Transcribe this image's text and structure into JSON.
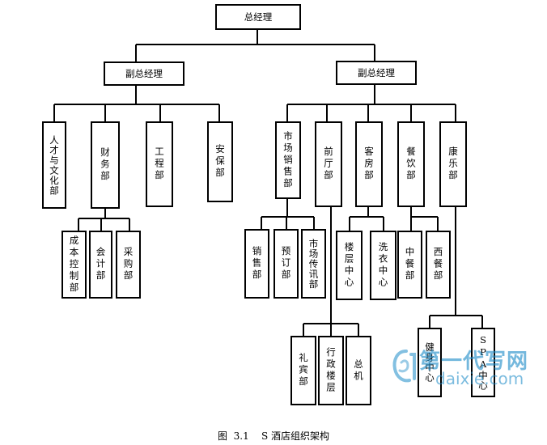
{
  "diagram": {
    "gm": "总经理",
    "vp_left": "副总经理",
    "vp_right": "副总经理",
    "dept_hr": "人才与文化部",
    "dept_finance": "财务部",
    "dept_engineering": "工程部",
    "dept_security": "安保部",
    "dept_marketing": "市场销售部",
    "dept_front_office": "前厅部",
    "dept_housekeeping": "客房部",
    "dept_fnb": "餐饮部",
    "dept_recreation": "康乐部",
    "cost_control": "成本控制部",
    "accounting": "会计部",
    "purchasing": "采购部",
    "sales": "销售部",
    "reservations": "预订部",
    "marketing_comms": "市场传讯部",
    "floor_center": "楼层中心",
    "laundry_center": "洗衣中心",
    "chinese_restaurant": "中餐部",
    "western_restaurant": "西餐部",
    "concierge": "礼宾部",
    "executive_floor": "行政楼层",
    "switchboard": "总机",
    "fitness_center": "健身中心",
    "spa_center": "SPA中心"
  },
  "caption": "图  3.1    S 酒店组织架构",
  "watermark": {
    "text_cn": "第一代写网",
    "text_en": "daixie.com"
  }
}
